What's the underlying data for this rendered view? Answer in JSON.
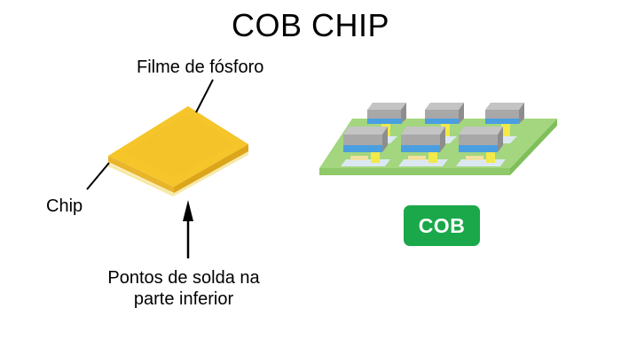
{
  "title": "COB CHIP",
  "left_diagram": {
    "labels": {
      "phosphor_film": "Filme de fósforo",
      "chip": "Chip",
      "solder_points_line1": "Pontos de solda na",
      "solder_points_line2": "parte inferior"
    },
    "colors": {
      "phosphor_top": "#f5c52a",
      "phosphor_edge": "#e8b41c",
      "chip_base": "#f7e9a8"
    }
  },
  "right_diagram": {
    "badge_label": "COB",
    "chip_count": 6,
    "colors": {
      "board": "#9fd47a",
      "board_edge": "#7fbf5a",
      "chip_top": "#b3b3b3",
      "chip_side": "#9a9a9a",
      "chip_blue": "#4a9fe0",
      "bond_yellow": "#f2e94a",
      "pad": "#dbe8f2",
      "badge": "#1aa84a"
    }
  }
}
